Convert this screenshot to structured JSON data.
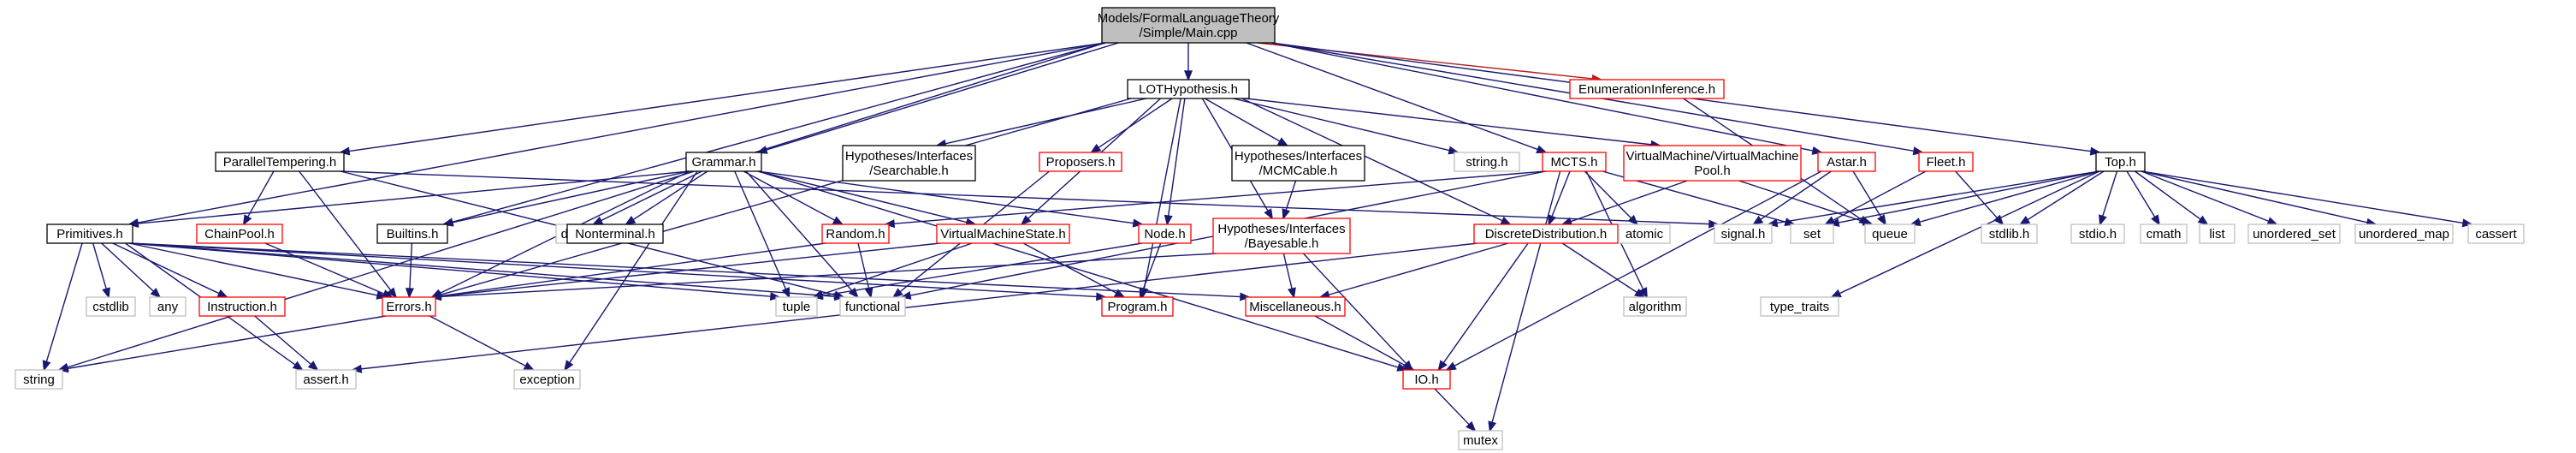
{
  "colors": {
    "include_edge": "#191970",
    "unresolved_edge": "#bfbfbf",
    "main_node_fill": "#bfbfbf",
    "documented_border": "#000000",
    "truncated_border": "#ff0000",
    "system_border": "#bfbfbf",
    "red_edge": "#b22222"
  },
  "graph": {
    "nodes": [
      {
        "id": "main",
        "lines": [
          "Models/FormalLanguageTheory",
          "/Simple/Main.cpp"
        ],
        "kind": "main"
      },
      {
        "id": "lothyp",
        "lines": [
          "LOTHypothesis.h"
        ],
        "kind": "doc"
      },
      {
        "id": "enuminf",
        "lines": [
          "EnumerationInference.h"
        ],
        "kind": "trunc"
      },
      {
        "id": "partemp",
        "lines": [
          "ParallelTempering.h"
        ],
        "kind": "doc"
      },
      {
        "id": "searchable",
        "lines": [
          "Hypotheses/Interfaces",
          "/Searchable.h"
        ],
        "kind": "doc"
      },
      {
        "id": "proposers",
        "lines": [
          "Proposers.h"
        ],
        "kind": "trunc"
      },
      {
        "id": "mcmcable",
        "lines": [
          "Hypotheses/Interfaces",
          "/MCMCable.h"
        ],
        "kind": "doc"
      },
      {
        "id": "stringh",
        "lines": [
          "string.h"
        ],
        "kind": "sys"
      },
      {
        "id": "mcts",
        "lines": [
          "MCTS.h"
        ],
        "kind": "trunc"
      },
      {
        "id": "vmpool",
        "lines": [
          "VirtualMachine/VirtualMachine",
          "Pool.h"
        ],
        "kind": "trunc"
      },
      {
        "id": "astar",
        "lines": [
          "Astar.h"
        ],
        "kind": "trunc"
      },
      {
        "id": "fleet",
        "lines": [
          "Fleet.h"
        ],
        "kind": "trunc"
      },
      {
        "id": "top",
        "lines": [
          "Top.h"
        ],
        "kind": "doc"
      },
      {
        "id": "grammar",
        "lines": [
          "Grammar.h"
        ],
        "kind": "doc"
      },
      {
        "id": "primitives",
        "lines": [
          "Primitives.h"
        ],
        "kind": "doc"
      },
      {
        "id": "chainpool",
        "lines": [
          "ChainPool.h"
        ],
        "kind": "trunc"
      },
      {
        "id": "builtins",
        "lines": [
          "Builtins.h"
        ],
        "kind": "doc"
      },
      {
        "id": "deque",
        "lines": [
          "deque"
        ],
        "kind": "sys"
      },
      {
        "id": "nonterminal",
        "lines": [
          "Nonterminal.h"
        ],
        "kind": "doc"
      },
      {
        "id": "random",
        "lines": [
          "Random.h"
        ],
        "kind": "trunc"
      },
      {
        "id": "vmstate",
        "lines": [
          "VirtualMachineState.h"
        ],
        "kind": "trunc"
      },
      {
        "id": "node",
        "lines": [
          "Node.h"
        ],
        "kind": "trunc"
      },
      {
        "id": "bayesable",
        "lines": [
          "Hypotheses/Interfaces",
          "/Bayesable.h"
        ],
        "kind": "trunc"
      },
      {
        "id": "discdist",
        "lines": [
          "DiscreteDistribution.h"
        ],
        "kind": "trunc"
      },
      {
        "id": "atomic",
        "lines": [
          "atomic"
        ],
        "kind": "sys"
      },
      {
        "id": "signalh",
        "lines": [
          "signal.h"
        ],
        "kind": "sys"
      },
      {
        "id": "set",
        "lines": [
          "set"
        ],
        "kind": "sys"
      },
      {
        "id": "queue",
        "lines": [
          "queue"
        ],
        "kind": "sys"
      },
      {
        "id": "stdlibh",
        "lines": [
          "stdlib.h"
        ],
        "kind": "sys"
      },
      {
        "id": "stdioh",
        "lines": [
          "stdio.h"
        ],
        "kind": "sys"
      },
      {
        "id": "cmath",
        "lines": [
          "cmath"
        ],
        "kind": "sys"
      },
      {
        "id": "list",
        "lines": [
          "list"
        ],
        "kind": "sys"
      },
      {
        "id": "uset",
        "lines": [
          "unordered_set"
        ],
        "kind": "sys"
      },
      {
        "id": "umap",
        "lines": [
          "unordered_map"
        ],
        "kind": "sys"
      },
      {
        "id": "cassert",
        "lines": [
          "cassert"
        ],
        "kind": "sys"
      },
      {
        "id": "cstdlib",
        "lines": [
          "cstdlib"
        ],
        "kind": "sys"
      },
      {
        "id": "any",
        "lines": [
          "any"
        ],
        "kind": "sys"
      },
      {
        "id": "instruction",
        "lines": [
          "Instruction.h"
        ],
        "kind": "trunc"
      },
      {
        "id": "errors",
        "lines": [
          "Errors.h"
        ],
        "kind": "trunc"
      },
      {
        "id": "tuple",
        "lines": [
          "tuple"
        ],
        "kind": "sys"
      },
      {
        "id": "functional",
        "lines": [
          "functional"
        ],
        "kind": "sys"
      },
      {
        "id": "program",
        "lines": [
          "Program.h"
        ],
        "kind": "trunc"
      },
      {
        "id": "misc",
        "lines": [
          "Miscellaneous.h"
        ],
        "kind": "trunc"
      },
      {
        "id": "typetraits",
        "lines": [
          "type_traits"
        ],
        "kind": "sys"
      },
      {
        "id": "algorithm",
        "lines": [
          "algorithm"
        ],
        "kind": "sys"
      },
      {
        "id": "string",
        "lines": [
          "string"
        ],
        "kind": "sys"
      },
      {
        "id": "asserth",
        "lines": [
          "assert.h"
        ],
        "kind": "sys"
      },
      {
        "id": "exception",
        "lines": [
          "exception"
        ],
        "kind": "sys"
      },
      {
        "id": "ioh",
        "lines": [
          "IO.h"
        ],
        "kind": "trunc"
      },
      {
        "id": "mutex",
        "lines": [
          "mutex"
        ],
        "kind": "sys"
      }
    ],
    "edges": [
      [
        "main",
        "lothyp"
      ],
      [
        "main",
        "enuminf",
        "red"
      ],
      [
        "main",
        "partemp"
      ],
      [
        "main",
        "mcts"
      ],
      [
        "main",
        "astar"
      ],
      [
        "main",
        "fleet"
      ],
      [
        "main",
        "top"
      ],
      [
        "main",
        "grammar"
      ],
      [
        "main",
        "primitives"
      ],
      [
        "main",
        "builtins"
      ],
      [
        "main",
        "string"
      ],
      [
        "lothyp",
        "searchable"
      ],
      [
        "lothyp",
        "proposers"
      ],
      [
        "lothyp",
        "mcmcable"
      ],
      [
        "lothyp",
        "stringh"
      ],
      [
        "lothyp",
        "vmpool"
      ],
      [
        "lothyp",
        "vmstate"
      ],
      [
        "lothyp",
        "node"
      ],
      [
        "lothyp",
        "bayesable"
      ],
      [
        "lothyp",
        "discdist"
      ],
      [
        "lothyp",
        "errors"
      ],
      [
        "lothyp",
        "program"
      ],
      [
        "enuminf",
        "queue"
      ],
      [
        "partemp",
        "chainpool"
      ],
      [
        "partemp",
        "errors"
      ],
      [
        "partemp",
        "signalh"
      ],
      [
        "partemp",
        "functional"
      ],
      [
        "proposers",
        "functional"
      ],
      [
        "mcmcable",
        "bayesable"
      ],
      [
        "mcts",
        "random"
      ],
      [
        "mcts",
        "discdist"
      ],
      [
        "mcts",
        "atomic"
      ],
      [
        "mcts",
        "set"
      ],
      [
        "mcts",
        "algorithm"
      ],
      [
        "mcts",
        "mutex"
      ],
      [
        "mcts",
        "functional"
      ],
      [
        "vmpool",
        "discdist"
      ],
      [
        "vmpool",
        "queue"
      ],
      [
        "astar",
        "signalh"
      ],
      [
        "astar",
        "queue"
      ],
      [
        "astar",
        "ioh"
      ],
      [
        "fleet",
        "stdlibh"
      ],
      [
        "fleet",
        "set"
      ],
      [
        "top",
        "stdioh"
      ],
      [
        "top",
        "cmath"
      ],
      [
        "top",
        "list"
      ],
      [
        "top",
        "uset"
      ],
      [
        "top",
        "umap"
      ],
      [
        "top",
        "cassert"
      ],
      [
        "top",
        "stdlibh"
      ],
      [
        "top",
        "queue"
      ],
      [
        "top",
        "set"
      ],
      [
        "top",
        "signalh"
      ],
      [
        "top",
        "typetraits"
      ],
      [
        "grammar",
        "primitives"
      ],
      [
        "grammar",
        "builtins"
      ],
      [
        "grammar",
        "deque"
      ],
      [
        "grammar",
        "nonterminal"
      ],
      [
        "grammar",
        "random"
      ],
      [
        "grammar",
        "vmstate"
      ],
      [
        "grammar",
        "node"
      ],
      [
        "grammar",
        "errors"
      ],
      [
        "grammar",
        "tuple"
      ],
      [
        "grammar",
        "functional"
      ],
      [
        "grammar",
        "exception"
      ],
      [
        "grammar",
        "ioh"
      ],
      [
        "primitives",
        "cstdlib"
      ],
      [
        "primitives",
        "any"
      ],
      [
        "primitives",
        "instruction"
      ],
      [
        "primitives",
        "errors"
      ],
      [
        "primitives",
        "tuple"
      ],
      [
        "primitives",
        "functional"
      ],
      [
        "primitives",
        "string"
      ],
      [
        "primitives",
        "asserth"
      ],
      [
        "primitives",
        "program"
      ],
      [
        "primitives",
        "misc"
      ],
      [
        "chainpool",
        "errors"
      ],
      [
        "builtins",
        "errors"
      ],
      [
        "random",
        "errors"
      ],
      [
        "random",
        "functional"
      ],
      [
        "vmstate",
        "program"
      ],
      [
        "vmstate",
        "tuple"
      ],
      [
        "vmstate",
        "errors"
      ],
      [
        "node",
        "program"
      ],
      [
        "node",
        "tuple"
      ],
      [
        "bayesable",
        "misc"
      ],
      [
        "bayesable",
        "ioh"
      ],
      [
        "bayesable",
        "errors"
      ],
      [
        "discdist",
        "misc"
      ],
      [
        "discdist",
        "ioh"
      ],
      [
        "discdist",
        "algorithm"
      ],
      [
        "discdist",
        "asserth"
      ],
      [
        "instruction",
        "asserth"
      ],
      [
        "errors",
        "string"
      ],
      [
        "errors",
        "exception"
      ],
      [
        "misc",
        "ioh"
      ],
      [
        "ioh",
        "mutex"
      ]
    ]
  }
}
